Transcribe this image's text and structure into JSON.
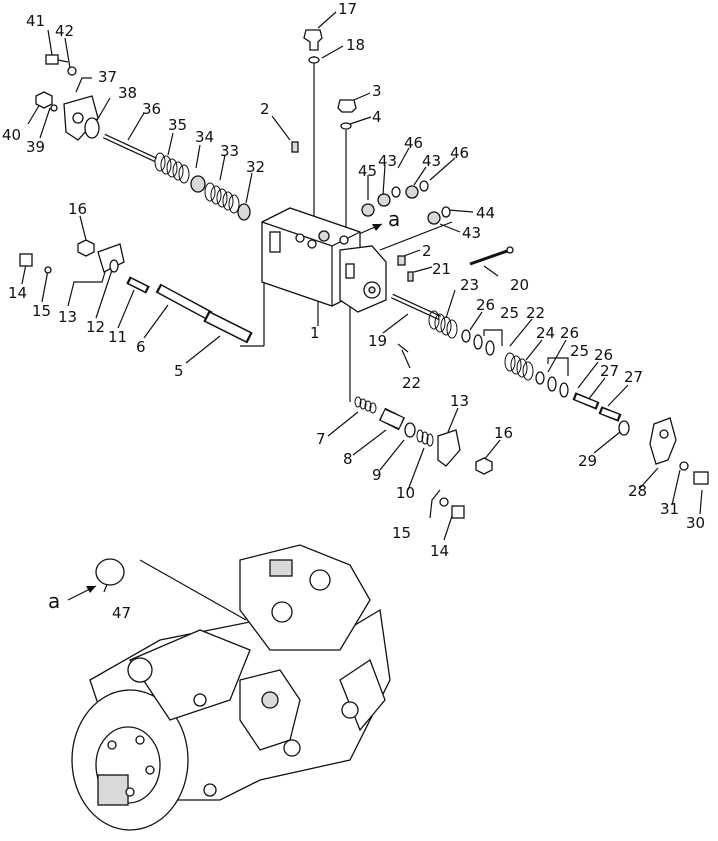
{
  "diagram": {
    "callouts": [
      {
        "id": "c41",
        "text": "41"
      },
      {
        "id": "c42",
        "text": "42"
      },
      {
        "id": "c37",
        "text": "37"
      },
      {
        "id": "c38",
        "text": "38"
      },
      {
        "id": "c40",
        "text": "40"
      },
      {
        "id": "c39",
        "text": "39"
      },
      {
        "id": "c36",
        "text": "36"
      },
      {
        "id": "c35",
        "text": "35"
      },
      {
        "id": "c34",
        "text": "34"
      },
      {
        "id": "c33",
        "text": "33"
      },
      {
        "id": "c32",
        "text": "32"
      },
      {
        "id": "c2a",
        "text": "2"
      },
      {
        "id": "c17",
        "text": "17"
      },
      {
        "id": "c18",
        "text": "18"
      },
      {
        "id": "c3",
        "text": "3"
      },
      {
        "id": "c4",
        "text": "4"
      },
      {
        "id": "c46a",
        "text": "46"
      },
      {
        "id": "c46b",
        "text": "46"
      },
      {
        "id": "c45",
        "text": "45"
      },
      {
        "id": "c43a",
        "text": "43"
      },
      {
        "id": "c43b",
        "text": "43"
      },
      {
        "id": "c44",
        "text": "44"
      },
      {
        "id": "c43c",
        "text": "43"
      },
      {
        "id": "ca1",
        "text": "a"
      },
      {
        "id": "c2b",
        "text": "2"
      },
      {
        "id": "c21",
        "text": "21"
      },
      {
        "id": "c20",
        "text": "20"
      },
      {
        "id": "c16a",
        "text": "16"
      },
      {
        "id": "c14a",
        "text": "14"
      },
      {
        "id": "c15a",
        "text": "15"
      },
      {
        "id": "c13a",
        "text": "13"
      },
      {
        "id": "c12",
        "text": "12"
      },
      {
        "id": "c11",
        "text": "11"
      },
      {
        "id": "c6",
        "text": "6"
      },
      {
        "id": "c5",
        "text": "5"
      },
      {
        "id": "c1",
        "text": "1"
      },
      {
        "id": "c19",
        "text": "19"
      },
      {
        "id": "c23",
        "text": "23"
      },
      {
        "id": "c26a",
        "text": "26"
      },
      {
        "id": "c25a",
        "text": "25"
      },
      {
        "id": "c22a",
        "text": "22"
      },
      {
        "id": "c24",
        "text": "24"
      },
      {
        "id": "c26b",
        "text": "26"
      },
      {
        "id": "c25b",
        "text": "25"
      },
      {
        "id": "c26c",
        "text": "26"
      },
      {
        "id": "c27a",
        "text": "27"
      },
      {
        "id": "c27b",
        "text": "27"
      },
      {
        "id": "c22b",
        "text": "22"
      },
      {
        "id": "c7",
        "text": "7"
      },
      {
        "id": "c8",
        "text": "8"
      },
      {
        "id": "c9",
        "text": "9"
      },
      {
        "id": "c10",
        "text": "10"
      },
      {
        "id": "c13b",
        "text": "13"
      },
      {
        "id": "c16b",
        "text": "16"
      },
      {
        "id": "c15b",
        "text": "15"
      },
      {
        "id": "c14b",
        "text": "14"
      },
      {
        "id": "c29",
        "text": "29"
      },
      {
        "id": "c28",
        "text": "28"
      },
      {
        "id": "c31",
        "text": "31"
      },
      {
        "id": "c30",
        "text": "30"
      },
      {
        "id": "ca2",
        "text": "a"
      },
      {
        "id": "c47",
        "text": "47"
      }
    ]
  }
}
